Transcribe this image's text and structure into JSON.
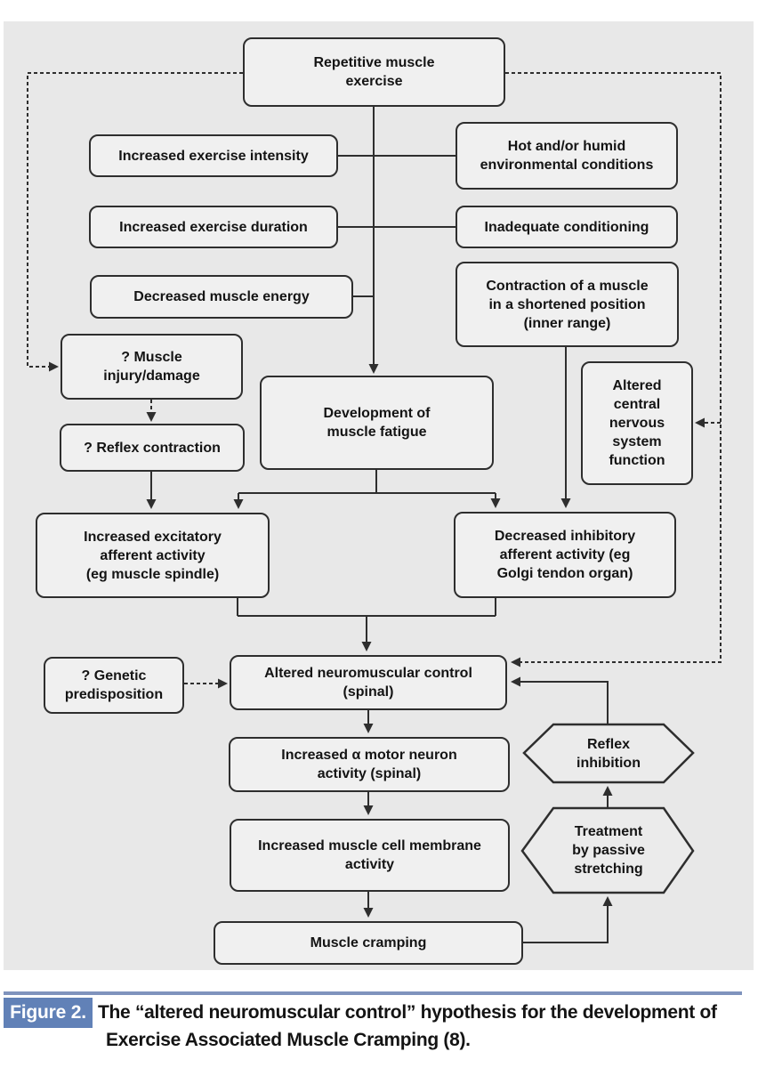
{
  "colors": {
    "accent_blue": "#6181b7",
    "rule_blue": "#7f93bd",
    "panel_grey": "#e8e8e8",
    "line_dark": "#2e2e2e"
  },
  "figure": {
    "label": "Figure 2.",
    "caption_line1": "The “altered neuromuscular control” hypothesis for the development of",
    "caption_line2": "Exercise Associated Muscle Cramping (8)."
  },
  "diagram": {
    "type": "flowchart",
    "nodes": {
      "repetitive_muscle_exercise": "Repetitive muscle\nexercise",
      "increased_exercise_intensity": "Increased exercise intensity",
      "hot_and_or_humid_environmental_conditions": "Hot and/or humid\nenvironmental conditions",
      "increased_exercise_duration": "Increased exercise duration",
      "inadequate_conditioning": "Inadequate conditioning",
      "decreased_muscle_energy": "Decreased muscle energy",
      "contraction_of_a_muscle": "Contraction of a muscle\nin a shortened position\n(inner range)",
      "muscle_injury_damage": "? Muscle\ninjury/damage",
      "development_of_muscle_fatigue": "Development of\nmuscle fatigue",
      "altered_central_nervous_system_function": "Altered\ncentral\nnervous\nsystem\nfunction",
      "reflex_contraction": "? Reflex contraction",
      "increased_excitatory_afferent_activity": "Increased excitatory\nafferent activity\n(eg muscle spindle)",
      "decreased_inhibitory_afferent_activity": "Decreased inhibitory\nafferent activity (eg\nGolgi tendon organ)",
      "genetic_predisposition": "? Genetic\npredisposition",
      "altered_neuromuscular_control": "Altered neuromuscular control\n(spinal)",
      "increased_alpha_motor_neuron_activity": "Increased α motor neuron\nactivity (spinal)",
      "increased_muscle_cell_membrane_activity": "Increased muscle cell membrane\nactivity",
      "muscle_cramping": "Muscle cramping",
      "reflex_inhibition": "Reflex\ninhibition",
      "treatment_by_passive_stretching": "Treatment\nby passive\nstretching"
    },
    "edges": [
      {
        "from": "repetitive_muscle_exercise",
        "to": "development_of_muscle_fatigue",
        "style": "solid"
      },
      {
        "from": "increased_exercise_intensity",
        "to": "main_pathway",
        "style": "solid"
      },
      {
        "from": "hot_and_or_humid_environmental_conditions",
        "to": "main_pathway",
        "style": "solid"
      },
      {
        "from": "increased_exercise_duration",
        "to": "main_pathway",
        "style": "solid"
      },
      {
        "from": "inadequate_conditioning",
        "to": "main_pathway",
        "style": "solid"
      },
      {
        "from": "decreased_muscle_energy",
        "to": "main_pathway",
        "style": "solid"
      },
      {
        "from": "contraction_of_a_muscle",
        "to": "decreased_inhibitory_afferent_activity",
        "style": "solid"
      },
      {
        "from": "repetitive_muscle_exercise",
        "to": "muscle_injury_damage",
        "style": "dashed"
      },
      {
        "from": "repetitive_muscle_exercise",
        "to": "altered_central_nervous_system_function",
        "style": "dashed"
      },
      {
        "from": "repetitive_muscle_exercise",
        "to": "altered_neuromuscular_control",
        "style": "dashed"
      },
      {
        "from": "muscle_injury_damage",
        "to": "reflex_contraction",
        "style": "dashed"
      },
      {
        "from": "reflex_contraction",
        "to": "increased_excitatory_afferent_activity",
        "style": "solid"
      },
      {
        "from": "development_of_muscle_fatigue",
        "to": "increased_excitatory_afferent_activity",
        "style": "solid"
      },
      {
        "from": "development_of_muscle_fatigue",
        "to": "decreased_inhibitory_afferent_activity",
        "style": "solid"
      },
      {
        "from": "increased_excitatory_afferent_activity",
        "to": "altered_neuromuscular_control",
        "style": "solid"
      },
      {
        "from": "decreased_inhibitory_afferent_activity",
        "to": "altered_neuromuscular_control",
        "style": "solid"
      },
      {
        "from": "genetic_predisposition",
        "to": "altered_neuromuscular_control",
        "style": "dashed"
      },
      {
        "from": "altered_neuromuscular_control",
        "to": "increased_alpha_motor_neuron_activity",
        "style": "solid"
      },
      {
        "from": "increased_alpha_motor_neuron_activity",
        "to": "increased_muscle_cell_membrane_activity",
        "style": "solid"
      },
      {
        "from": "increased_muscle_cell_membrane_activity",
        "to": "muscle_cramping",
        "style": "solid"
      },
      {
        "from": "muscle_cramping",
        "to": "treatment_by_passive_stretching",
        "style": "solid"
      },
      {
        "from": "treatment_by_passive_stretching",
        "to": "reflex_inhibition",
        "style": "solid"
      },
      {
        "from": "reflex_inhibition",
        "to": "altered_neuromuscular_control",
        "style": "solid"
      }
    ]
  }
}
